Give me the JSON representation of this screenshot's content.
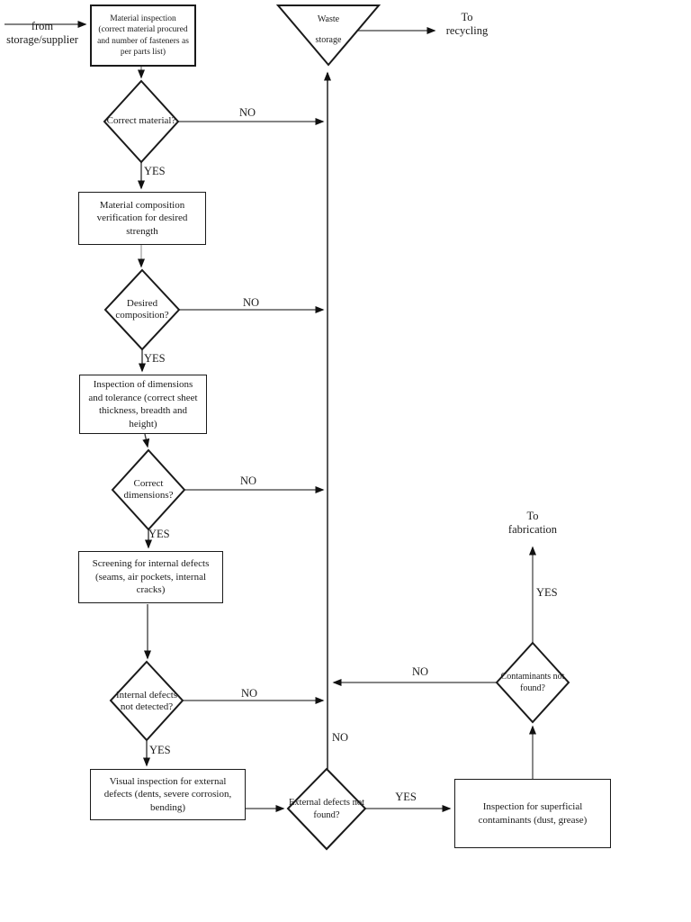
{
  "colors": {
    "background": "#ffffff",
    "shape_stroke": "#1a1a1a",
    "connector": "#3a3a3a"
  },
  "labels": {
    "yes": "YES",
    "no": "NO"
  },
  "terminals": {
    "from_storage": {
      "line1": "from",
      "line2": "storage/supplier"
    },
    "to_recycling": {
      "line1": "To",
      "line2": "recycling"
    },
    "to_fabrication": {
      "line1": "To",
      "line2": "fabrication"
    },
    "waste_storage": {
      "line1": "Waste",
      "line2": "storage"
    }
  },
  "processes": {
    "material_inspection": "Material inspection (correct material procured and number of fasteners as per parts list)",
    "material_composition": "Material composition verification for desired strength",
    "inspection_dimensions": "Inspection of dimensions and tolerance (correct sheet thickness, breadth and height)",
    "screening_internal": "Screening for internal defects (seams, air pockets, internal cracks)",
    "visual_inspection": "Visual inspection for external defects (dents, severe corrosion, bending)",
    "superficial_contaminants": "Inspection for superficial contaminants (dust, grease)"
  },
  "decisions": {
    "correct_material": "Correct material?",
    "desired_composition": "Desired composition?",
    "correct_dimensions": "Correct dimensions?",
    "internal_defects": "Internal defects not detected?",
    "external_defects": "External defects not found?",
    "contaminants_not_found": "Contaminants not found?"
  }
}
